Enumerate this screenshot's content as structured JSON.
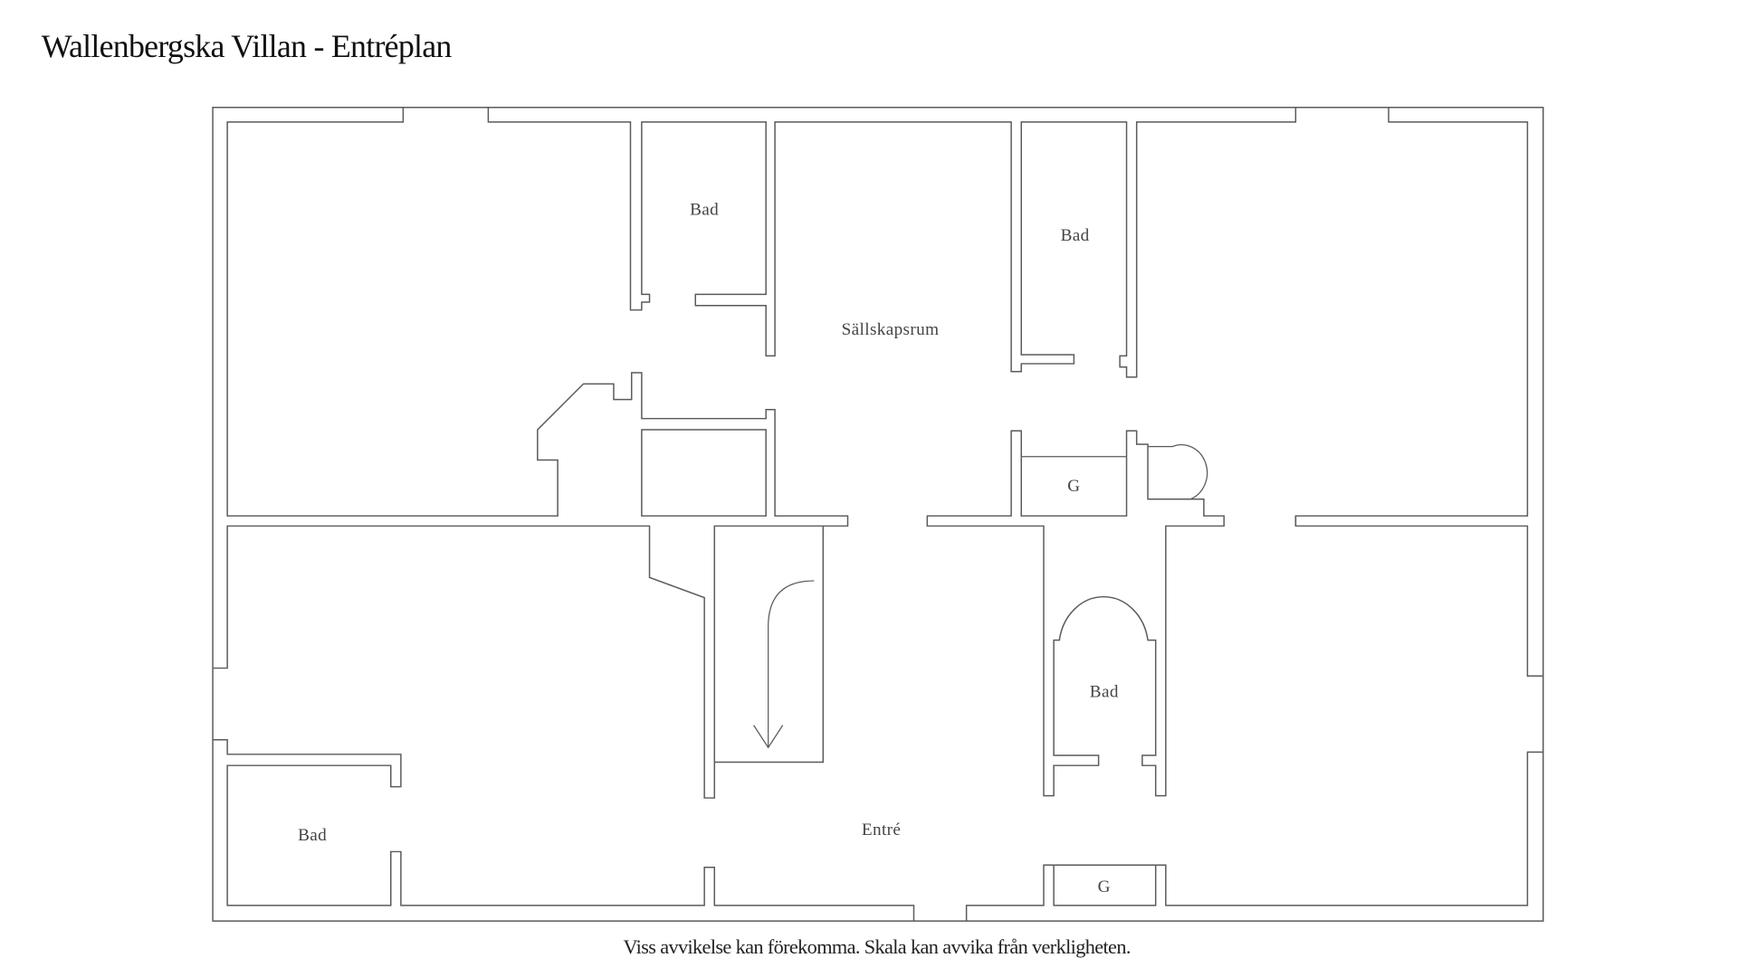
{
  "title": "Wallenbergska Villan - Entréplan",
  "rooms": {
    "bad_upper_left": "Bad",
    "sallskapsrum": "Sällskapsrum",
    "bad_upper_right": "Bad",
    "g_upper": "G",
    "bad_middle": "Bad",
    "bad_lower_left": "Bad",
    "entre": "Entré",
    "g_lower": "G"
  },
  "footer": "Viss avvikelse kan förekomma. Skala kan avvika från verkligheten.",
  "colors": {
    "wall": "#5a5a5a",
    "background": "#ffffff",
    "text": "#111111"
  }
}
